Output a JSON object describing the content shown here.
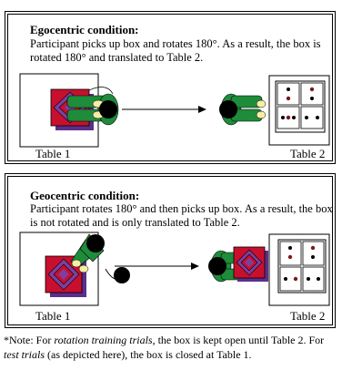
{
  "panels": [
    {
      "title": "Egocentric condition:",
      "description": "Participant picks up box and rotates 180°. As a result, the box is rotated 180° and translated to Table 2.",
      "table1_label": "Table 1",
      "table2_label": "Table 2"
    },
    {
      "title": "Geocentric condition:",
      "description": "Participant rotates 180° and then picks up box. As a  result, the box is not rotated and is only translated to Table 2.",
      "table1_label": "Table 1",
      "table2_label": "Table 2"
    }
  ],
  "note": {
    "prefix": "*Note: For ",
    "term1": "rotation training trials",
    "middle": ", the box is kept open until Table 2.  For ",
    "term2": "test trials",
    "suffix": " (as depicted here), the box is closed at Table 1."
  },
  "colors": {
    "box_front": "#c8102e",
    "box_pattern": "#7e3fa0",
    "box_side": "#5b2f8a",
    "shirt": "#1e8c3a",
    "face": "#f5eea6",
    "hair": "#000000"
  }
}
